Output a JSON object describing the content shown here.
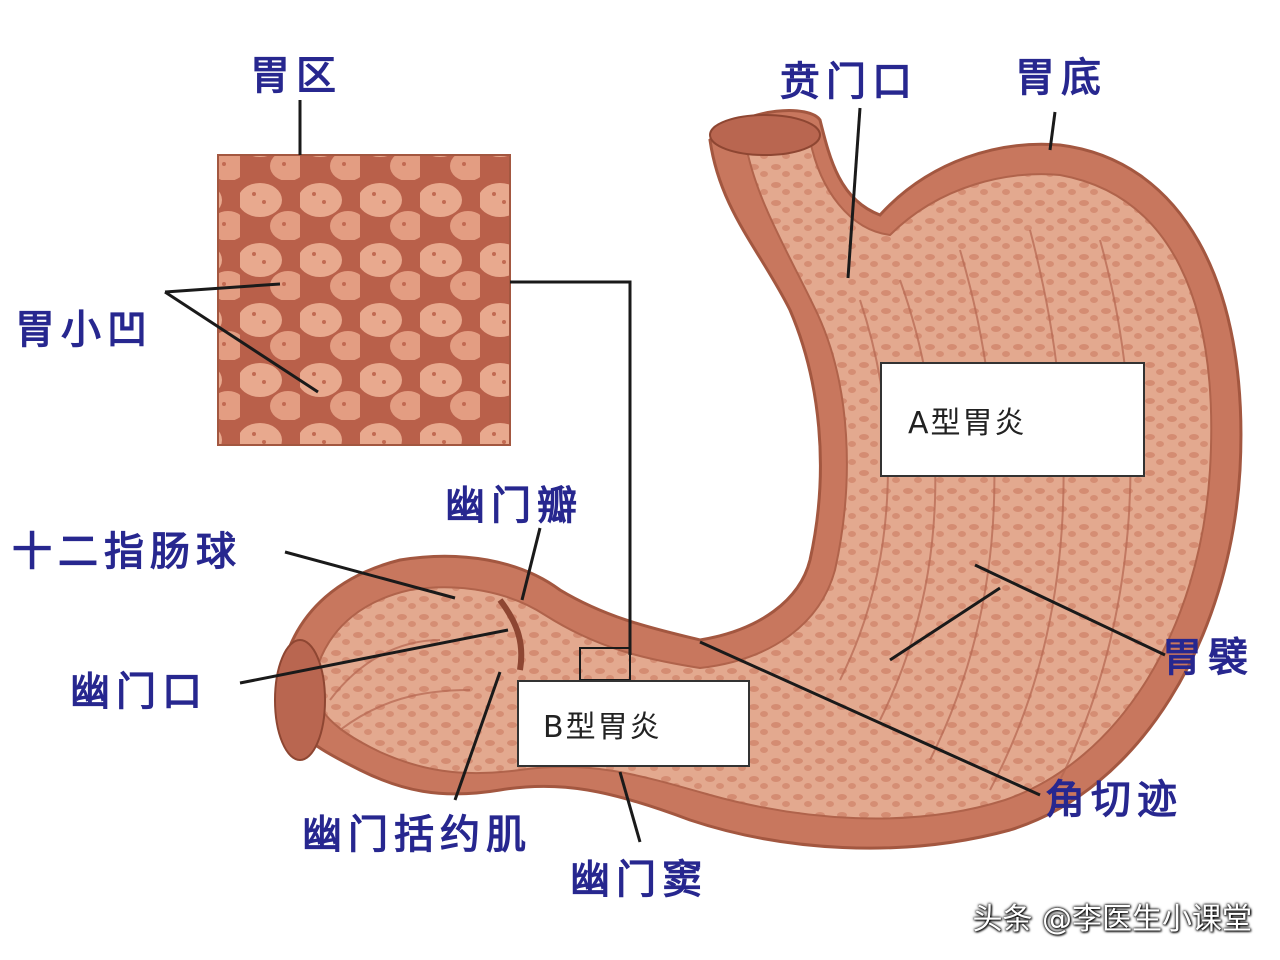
{
  "labels": {
    "gastric_area": "胃区",
    "gastric_pits": "胃小凹",
    "cardia": "贲门口",
    "fundus": "胃底",
    "pyloric_valve": "幽门瓣",
    "duodenal_bulb": "十二指肠球",
    "pylorus": "幽门口",
    "pyloric_sphincter": "幽门括约肌",
    "pyloric_antrum": "幽门窦",
    "angular_incisure": "角切迹",
    "gastric_folds": "胃襞"
  },
  "boxes": {
    "type_a": "A型胃炎",
    "type_b": "B型胃炎"
  },
  "watermark": "头条 @李医生小课堂",
  "colors": {
    "label": "#27278f",
    "stomach_wall": "#c8775e",
    "stomach_inner": "#e0a58c",
    "mucosa": "#e8b49c"
  }
}
